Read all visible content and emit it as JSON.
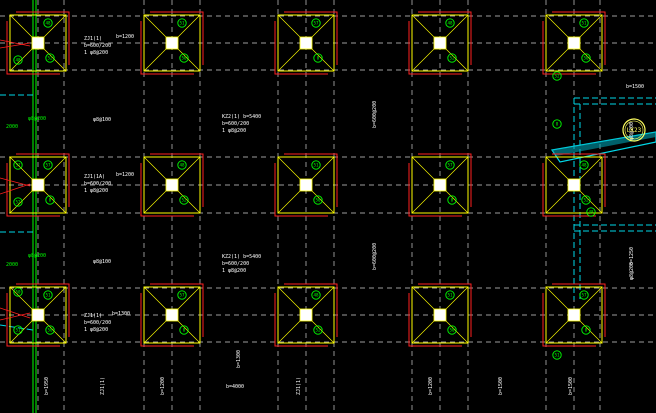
{
  "colors": {
    "background": "#000000",
    "grid_dash": "#d0d0d0",
    "column": "#ffffff",
    "pile_cap": "#ffff00",
    "cap_edge": "#ff2020",
    "callout": "#00ff00",
    "beam_label": "#ffffff",
    "axis_dim": "#00ff00",
    "cyan_line": "#00c8d8",
    "wall_cyan": "#00e5ff",
    "tag_circle": "#ffff60"
  },
  "callout_numbers": [
    "48",
    "52",
    "51",
    "50",
    "57",
    "8"
  ],
  "pile_labels": {
    "r1": [
      "ZJ1(1)",
      "b=1200",
      "b=600/200",
      "1 φ8@200"
    ],
    "r2": [
      "ZJ1(1A)",
      "b=1200",
      "b=600/200",
      "1 φ8@200"
    ],
    "r3": [
      "ZJ1(1)",
      "b=1300",
      "b=600/200",
      "1 φ8@200"
    ]
  },
  "beam_labels": {
    "kz_top": "KZ2(1)  b=5400",
    "kz_top2": "b=600/200",
    "kz_top3": "1 φ8@200",
    "kz_mid": "KZ2(1)  b=5400",
    "kz_mid2": "b=600/200",
    "kz_mid3": "1 φ8@200",
    "vert1": "b=600@200",
    "vert2": "b=600@200",
    "left_a": "φ8@200",
    "left_b": "φ8@200",
    "left_c": "2000",
    "left_d": "2000",
    "small_a": "φ8@100",
    "small_b": "φ8@100"
  },
  "bottom_labels": [
    "b=1950",
    "ZJ1(1)",
    "b=1200",
    "b=1300",
    "b=4000",
    "ZJ1(1)",
    "b=1200",
    "b=1500",
    "b=1500"
  ],
  "right_labels": {
    "top": "b=1500",
    "side1": "φ8@200",
    "side2": "b=1250",
    "side3": "b=1500",
    "mid": "φ8@200"
  },
  "tag": "LK23"
}
